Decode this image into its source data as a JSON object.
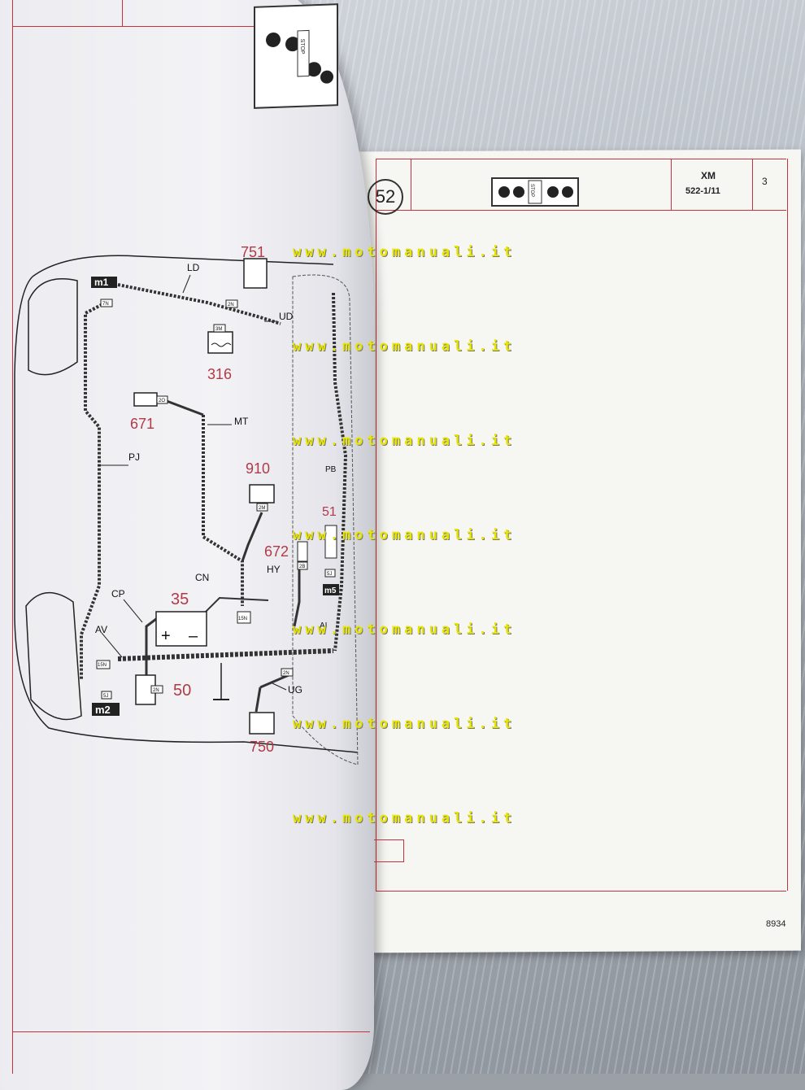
{
  "right_page": {
    "section_number": "52",
    "model": "XM",
    "reference": "522-1/11",
    "page_number": "3",
    "footer_code": "8934",
    "stop_label": "STOP"
  },
  "left_page": {
    "stop_label": "STOP"
  },
  "diagram": {
    "component_numbers": [
      "751",
      "316",
      "671",
      "910",
      "51",
      "672",
      "35",
      "50",
      "750"
    ],
    "harness_labels": [
      "LD",
      "UD",
      "MT",
      "PJ",
      "PB",
      "HY",
      "CN",
      "CP",
      "AV",
      "AI",
      "UG"
    ],
    "module_labels": [
      "m1",
      "m2",
      "m5"
    ],
    "connector_codes": [
      "7N",
      "2N",
      "3M",
      "2O",
      "2M",
      "2B",
      "5J",
      "15N",
      "2N",
      "2N",
      "5J",
      "15N"
    ]
  },
  "watermarks": [
    "www.motomanuali.it",
    "www.motomanuali.it",
    "www.motomanuali.it",
    "www.motomanuali.it",
    "www.motomanuali.it",
    "www.motomanuali.it",
    "www.motomanuali.it"
  ],
  "colors": {
    "frame_red": "#c8303c",
    "component_red": "#b23a48",
    "watermark_yellow": "#e8e600"
  }
}
